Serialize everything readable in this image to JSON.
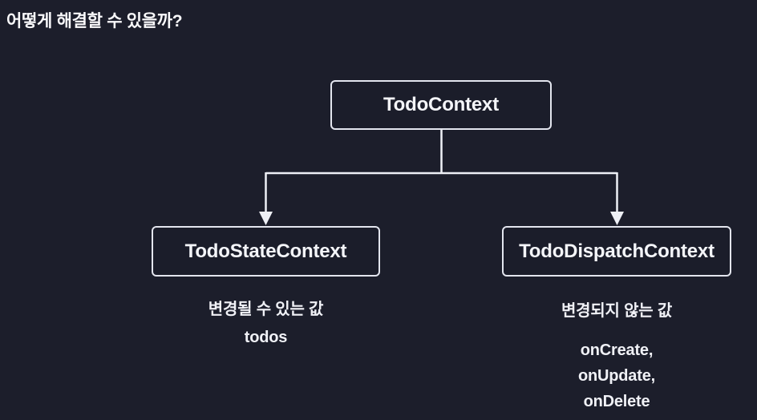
{
  "slide": {
    "title": "어떻게 해결할 수 있을까?",
    "colors": {
      "background": "#1c1e2b",
      "box_border": "#e3e5ee",
      "text": "#f2f3f7",
      "connector": "#eef0f6"
    }
  },
  "diagram": {
    "root": {
      "label": "TodoContext"
    },
    "children": [
      {
        "label": "TodoStateContext",
        "caption": "변경될 수 있는 값",
        "values": [
          "todos"
        ]
      },
      {
        "label": "TodoDispatchContext",
        "caption": "변경되지 않는 값",
        "values": [
          "onCreate,",
          "onUpdate,",
          "onDelete"
        ]
      }
    ]
  }
}
